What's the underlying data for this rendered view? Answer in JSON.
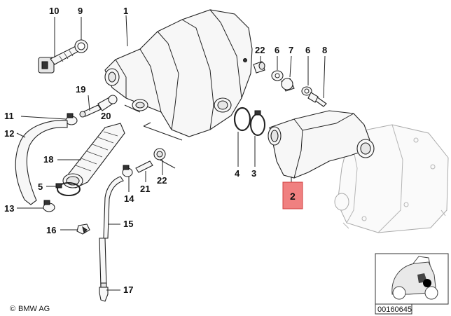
{
  "diagram": {
    "callouts": [
      "10",
      "9",
      "1",
      "22",
      "6",
      "7",
      "6",
      "8",
      "19",
      "20",
      "11",
      "12",
      "18",
      "5",
      "13",
      "16",
      "15",
      "17",
      "14",
      "21",
      "22",
      "4",
      "3",
      "2"
    ],
    "highlighted_callout": "2",
    "highlight_color": "#f08080",
    "copyright": "BMW AG",
    "copyright_symbol": "©",
    "image_number": "00160645"
  }
}
